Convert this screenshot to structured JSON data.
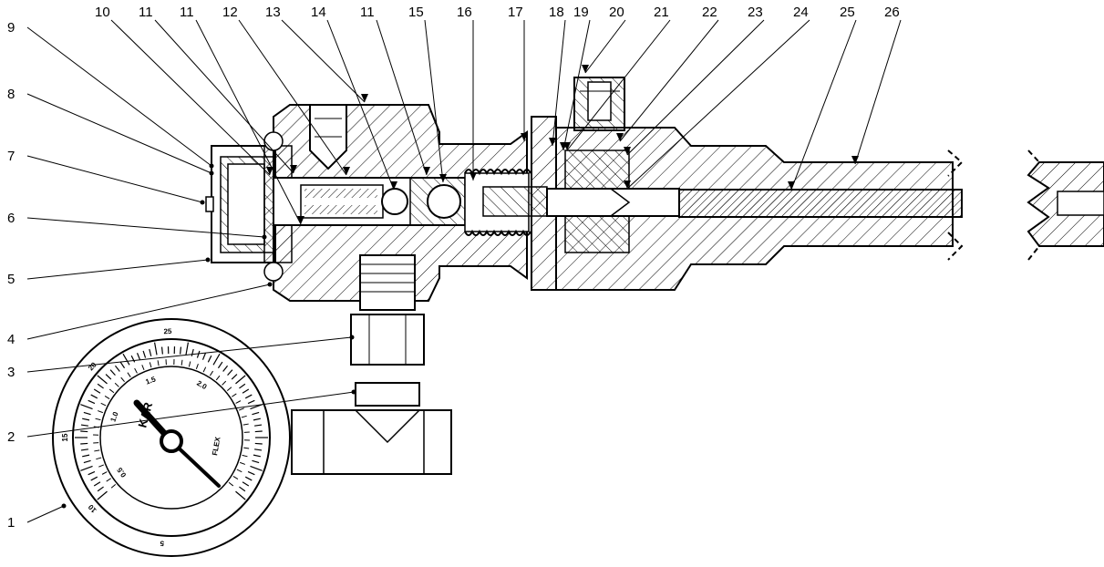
{
  "callouts": {
    "top": [
      "10",
      "11",
      "11",
      "12",
      "13",
      "14",
      "11",
      "15",
      "16",
      "17",
      "18",
      "19",
      "20",
      "21",
      "22",
      "23",
      "24",
      "25",
      "26"
    ],
    "left": [
      "9",
      "8",
      "7",
      "6",
      "5",
      "4",
      "3",
      "2",
      "1"
    ]
  },
  "gauge": {
    "scale_labels": [
      "25",
      "20",
      "15",
      "10",
      "5",
      "2.0",
      "1.5",
      "1.0",
      "0.5"
    ],
    "brand_text": "KAR",
    "side_text": "FLEX"
  },
  "colors": {
    "ink": "#000000",
    "paper": "#ffffff"
  }
}
